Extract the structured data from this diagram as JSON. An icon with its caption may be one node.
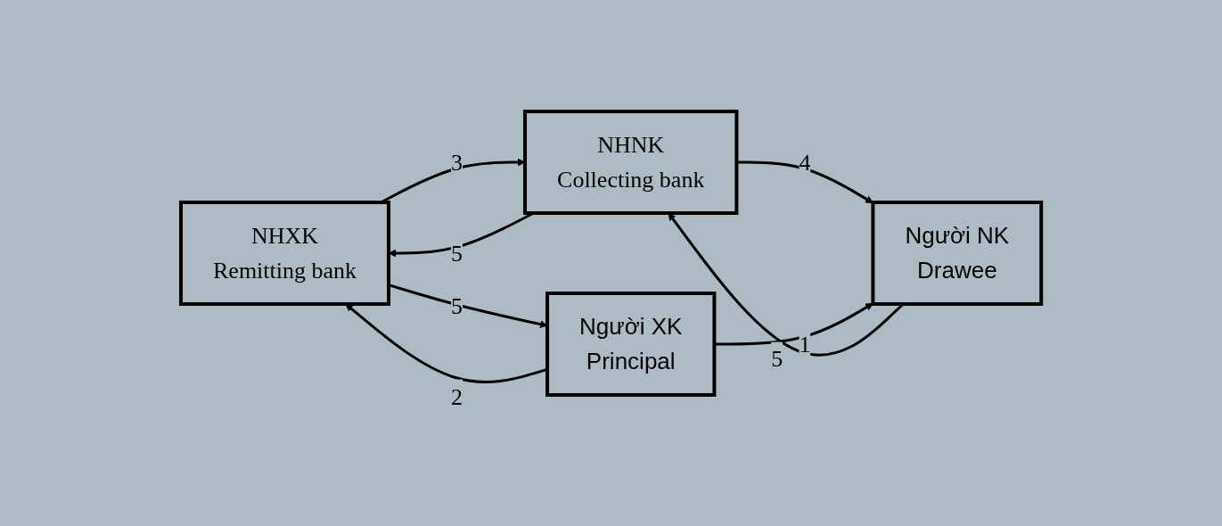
{
  "diagram": {
    "nodes": [
      {
        "text": [
          "NHXK",
          "Remitting bank"
        ]
      },
      {
        "text": [
          "NHNK",
          "Collecting bank"
        ]
      },
      {
        "text": [
          "Người XK",
          "Principal"
        ]
      },
      {
        "text": [
          "Người NK",
          "Drawee"
        ]
      }
    ],
    "edges": [
      {
        "from": 0,
        "to": 1,
        "arrow": "to",
        "label": "3"
      },
      {
        "from": 1,
        "to": 0,
        "arrow": "to",
        "label": "5"
      },
      {
        "from": 2,
        "to": 0,
        "arrow": "to",
        "label": "2"
      },
      {
        "from": 0,
        "to": 2,
        "arrow": "to",
        "label": "5"
      },
      {
        "from": 1,
        "to": 3,
        "arrow": "to",
        "label": "4"
      },
      {
        "from": 3,
        "to": 1,
        "arrow": "to",
        "label": "5"
      },
      {
        "from": 2,
        "to": 3,
        "arrow": "to",
        "label": "1"
      }
    ]
  }
}
